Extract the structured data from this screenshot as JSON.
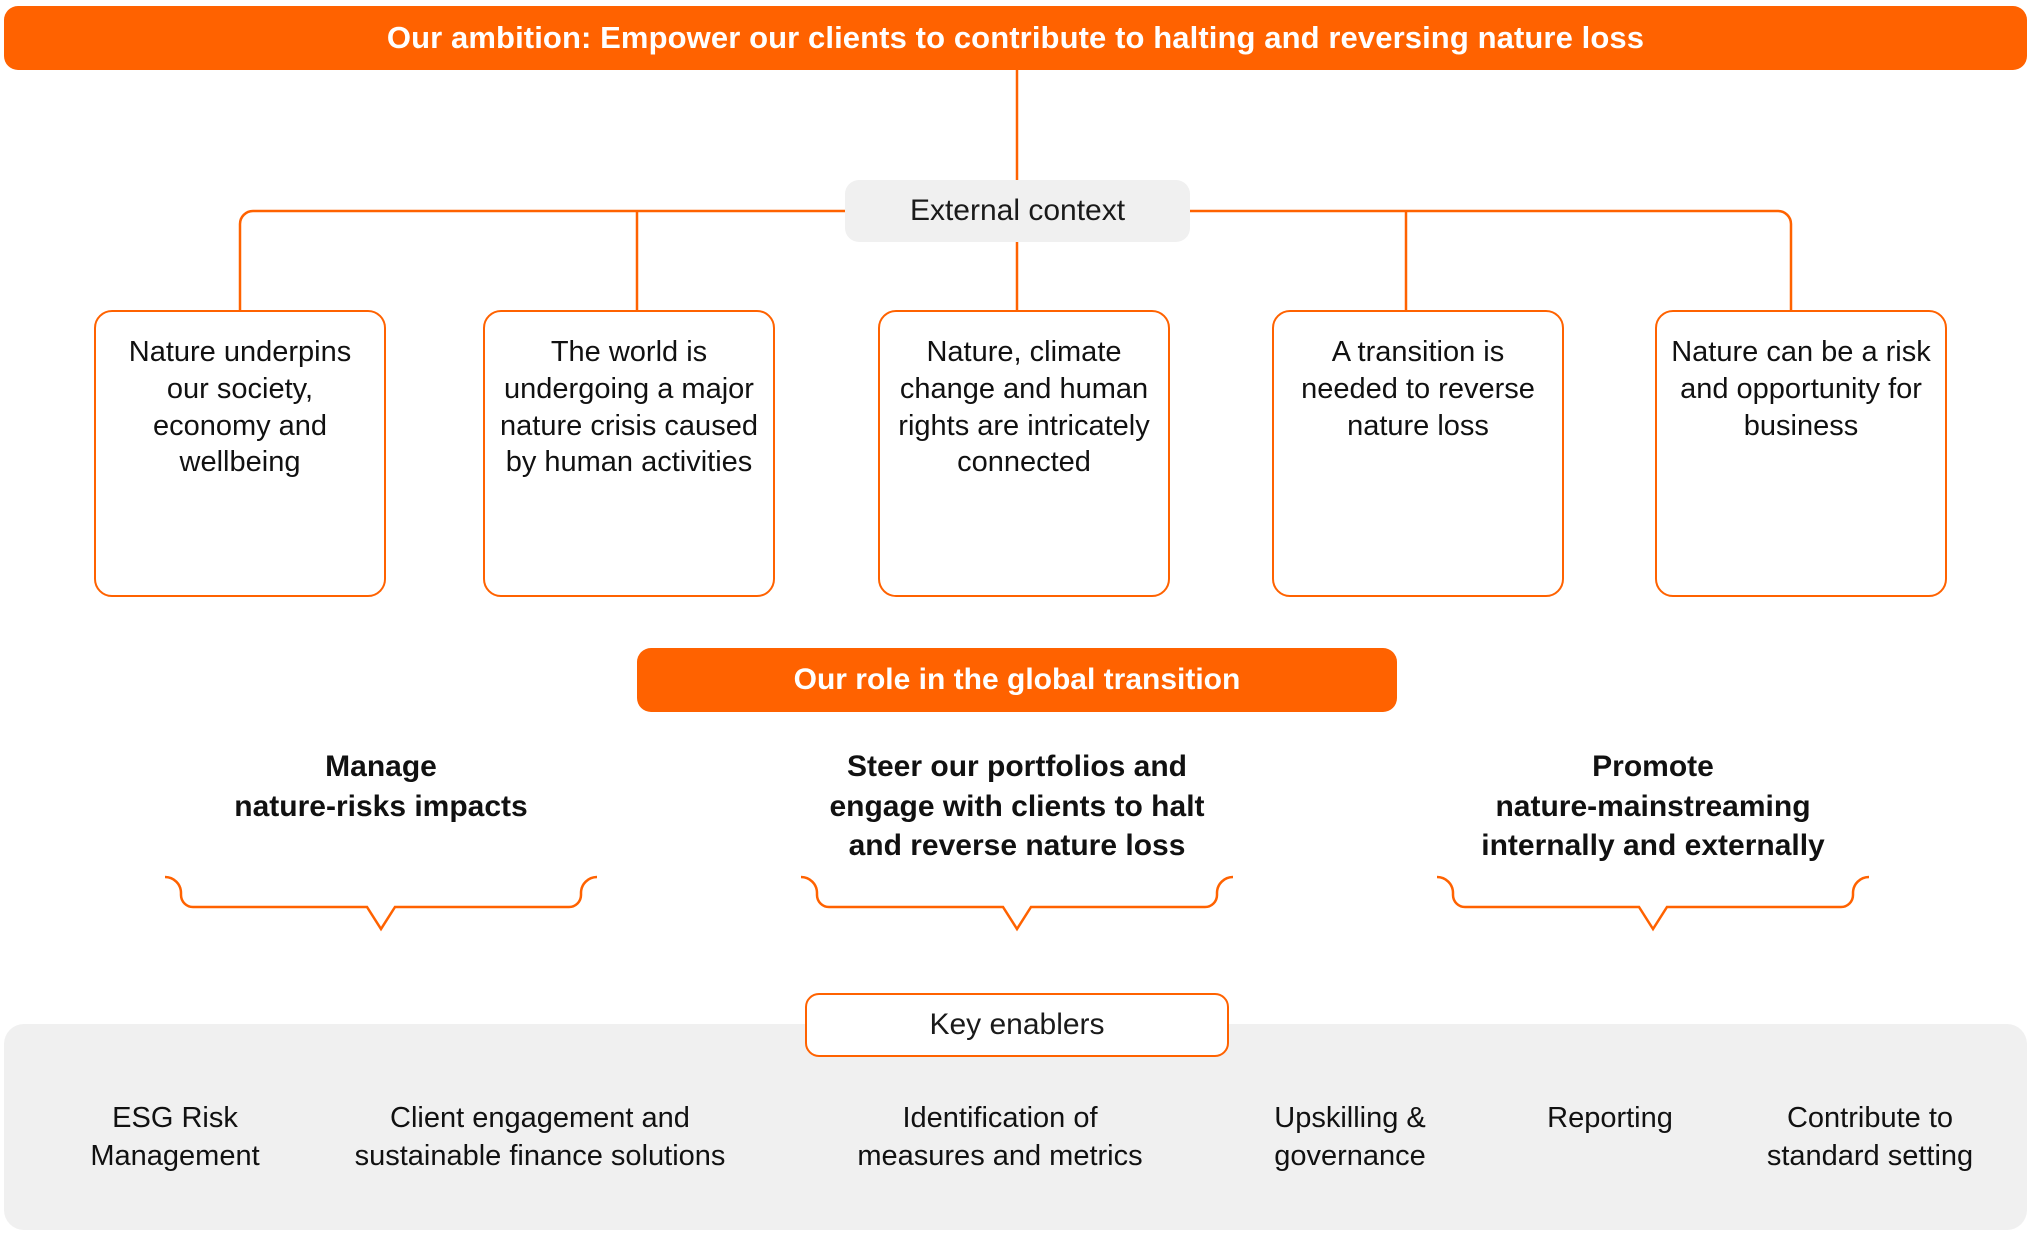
{
  "ambition": {
    "label": "Our ambition: Empower our clients to contribute to halting and reversing nature loss"
  },
  "external_context": {
    "label": "External context",
    "boxes": [
      {
        "text": "Nature underpins our society, economy and wellbeing"
      },
      {
        "text": "The world is undergoing a major nature crisis caused by human activities"
      },
      {
        "text": "Nature, climate change and human rights are intricately connected"
      },
      {
        "text": "A transition is needed to reverse nature loss"
      },
      {
        "text": "Nature can be a risk and opportunity for business"
      }
    ]
  },
  "role": {
    "banner_label": "Our role in the global transition",
    "pillars": [
      {
        "label": "Manage\nnature-risks  impacts"
      },
      {
        "label": "Steer our portfolios and\nengage with clients to halt\nand reverse nature loss"
      },
      {
        "label": "Promote\nnature-mainstreaming\ninternally and externally"
      }
    ]
  },
  "key_enablers": {
    "label": "Key enablers",
    "items": [
      {
        "label": "ESG Risk\nManagement"
      },
      {
        "label": "Client engagement and\nsustainable finance solutions"
      },
      {
        "label": "Identification of\nmeasures and metrics"
      },
      {
        "label": "Upskilling &\ngovernance"
      },
      {
        "label": "Reporting"
      },
      {
        "label": "Contribute to\nstandard setting"
      }
    ]
  },
  "colors": {
    "accent_orange": "#FF6200",
    "strip_grey": "#F0F0F0",
    "text_dark": "#111111",
    "banner_text": "#FFFFFF"
  }
}
